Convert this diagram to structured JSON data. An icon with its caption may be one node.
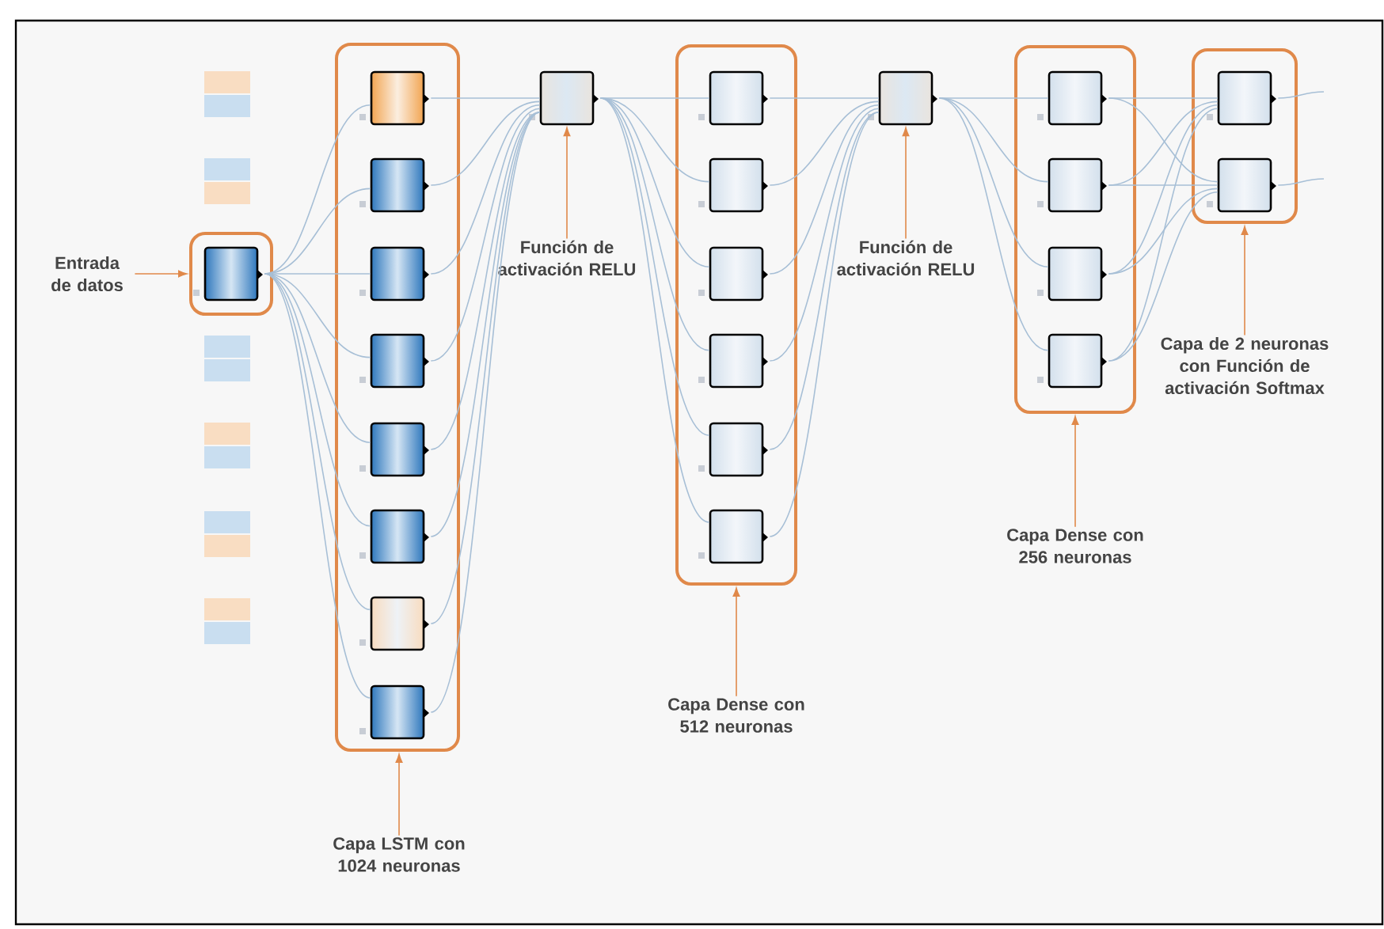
{
  "diagram": {
    "nodes": [
      {
        "text": [
          "Entrada de datos"
        ]
      },
      {
        "text": [],
        "shape": "box"
      },
      {
        "text": [],
        "shape": "box",
        "in": 1
      },
      {
        "text": [],
        "shape": "box"
      },
      {
        "text": [],
        "shape": "box",
        "in": 3
      },
      {
        "text": [],
        "shape": "box",
        "in": 3
      },
      {
        "text": [],
        "shape": "box",
        "in": 3
      },
      {
        "text": [],
        "shape": "box",
        "in": 3
      },
      {
        "text": [],
        "shape": "box",
        "in": 3
      },
      {
        "text": [],
        "shape": "box",
        "in": 3
      },
      {
        "text": [],
        "shape": "box",
        "in": 3
      },
      {
        "text": [],
        "shape": "box",
        "in": 3
      },
      {
        "text": [],
        "shape": "box"
      },
      {
        "text": [
          "Función de activación RELU"
        ]
      },
      {
        "text": [],
        "shape": "box"
      },
      {
        "text": [],
        "shape": "box",
        "in": 14
      },
      {
        "text": [],
        "shape": "box",
        "in": 14
      },
      {
        "text": [],
        "shape": "box",
        "in": 14
      },
      {
        "text": [],
        "shape": "box",
        "in": 14
      },
      {
        "text": [],
        "shape": "box",
        "in": 14
      },
      {
        "text": [],
        "shape": "box",
        "in": 14
      },
      {
        "text": [],
        "shape": "box"
      },
      {
        "text": [
          "Función de activación RELU"
        ]
      },
      {
        "text": [],
        "shape": "box"
      },
      {
        "text": [],
        "shape": "box",
        "in": 23
      },
      {
        "text": [],
        "shape": "box",
        "in": 23
      },
      {
        "text": [],
        "shape": "box",
        "in": 23
      },
      {
        "text": [],
        "shape": "box",
        "in": 23
      },
      {
        "text": [],
        "shape": "box"
      },
      {
        "text": [],
        "shape": "box",
        "in": 28
      },
      {
        "text": [],
        "shape": "box",
        "in": 28
      },
      {
        "text": [
          "Capa de 2 neuronas con Función de activación Softmax"
        ]
      },
      {
        "text": [
          "Capa LSTM con 1024 neuronas"
        ]
      },
      {
        "text": [
          "Capa Dense con 512 neuronas"
        ]
      },
      {
        "text": [
          "Capa Dense con 256 neuronas"
        ]
      }
    ],
    "edges": [
      {
        "from": 0,
        "to": 1,
        "arrow": "to",
        "color": "#e0894a"
      },
      {
        "from": 13,
        "to": 12,
        "arrow": "to",
        "color": "#e0894a"
      },
      {
        "from": 22,
        "to": 21,
        "arrow": "to",
        "color": "#e0894a"
      },
      {
        "from": 31,
        "to": 28,
        "arrow": "to",
        "color": "#e0894a"
      },
      {
        "from": 32,
        "to": 3,
        "arrow": "to",
        "color": "#e0894a"
      },
      {
        "from": 33,
        "to": 14,
        "arrow": "to",
        "color": "#e0894a"
      },
      {
        "from": 34,
        "to": 23,
        "arrow": "to",
        "color": "#e0894a"
      },
      {
        "from": 2,
        "to": 4,
        "arrow": "none"
      },
      {
        "from": 2,
        "to": 5,
        "arrow": "none"
      },
      {
        "from": 2,
        "to": 6,
        "arrow": "none"
      },
      {
        "from": 2,
        "to": 7,
        "arrow": "none"
      },
      {
        "from": 2,
        "to": 8,
        "arrow": "none"
      },
      {
        "from": 2,
        "to": 9,
        "arrow": "none"
      },
      {
        "from": 2,
        "to": 10,
        "arrow": "none"
      },
      {
        "from": 2,
        "to": 11,
        "arrow": "none"
      },
      {
        "from": 4,
        "to": 12,
        "arrow": "none"
      },
      {
        "from": 5,
        "to": 12,
        "arrow": "none"
      },
      {
        "from": 6,
        "to": 12,
        "arrow": "none"
      },
      {
        "from": 7,
        "to": 12,
        "arrow": "none"
      },
      {
        "from": 8,
        "to": 12,
        "arrow": "none"
      },
      {
        "from": 9,
        "to": 12,
        "arrow": "none"
      },
      {
        "from": 10,
        "to": 12,
        "arrow": "none"
      },
      {
        "from": 11,
        "to": 12,
        "arrow": "none"
      },
      {
        "from": 12,
        "to": 15,
        "arrow": "none"
      },
      {
        "from": 12,
        "to": 16,
        "arrow": "none"
      },
      {
        "from": 12,
        "to": 17,
        "arrow": "none"
      },
      {
        "from": 12,
        "to": 18,
        "arrow": "none"
      },
      {
        "from": 12,
        "to": 19,
        "arrow": "none"
      },
      {
        "from": 12,
        "to": 20,
        "arrow": "none"
      },
      {
        "from": 15,
        "to": 21,
        "arrow": "none"
      },
      {
        "from": 16,
        "to": 21,
        "arrow": "none"
      },
      {
        "from": 17,
        "to": 21,
        "arrow": "none"
      },
      {
        "from": 18,
        "to": 21,
        "arrow": "none"
      },
      {
        "from": 19,
        "to": 21,
        "arrow": "none"
      },
      {
        "from": 20,
        "to": 21,
        "arrow": "none"
      },
      {
        "from": 21,
        "to": 24,
        "arrow": "none"
      },
      {
        "from": 21,
        "to": 25,
        "arrow": "none"
      },
      {
        "from": 21,
        "to": 26,
        "arrow": "none"
      },
      {
        "from": 21,
        "to": 27,
        "arrow": "none"
      },
      {
        "from": 24,
        "to": 29,
        "arrow": "none"
      },
      {
        "from": 24,
        "to": 30,
        "arrow": "none"
      },
      {
        "from": 25,
        "to": 29,
        "arrow": "none"
      },
      {
        "from": 25,
        "to": 30,
        "arrow": "none"
      },
      {
        "from": 26,
        "to": 29,
        "arrow": "none"
      },
      {
        "from": 26,
        "to": 30,
        "arrow": "none"
      },
      {
        "from": 27,
        "to": 29,
        "arrow": "none"
      },
      {
        "from": 27,
        "to": 30,
        "arrow": "none"
      },
      {
        "from": 29,
        "to": null,
        "arrow": "none"
      },
      {
        "from": 30,
        "to": null,
        "arrow": "none"
      }
    ]
  }
}
